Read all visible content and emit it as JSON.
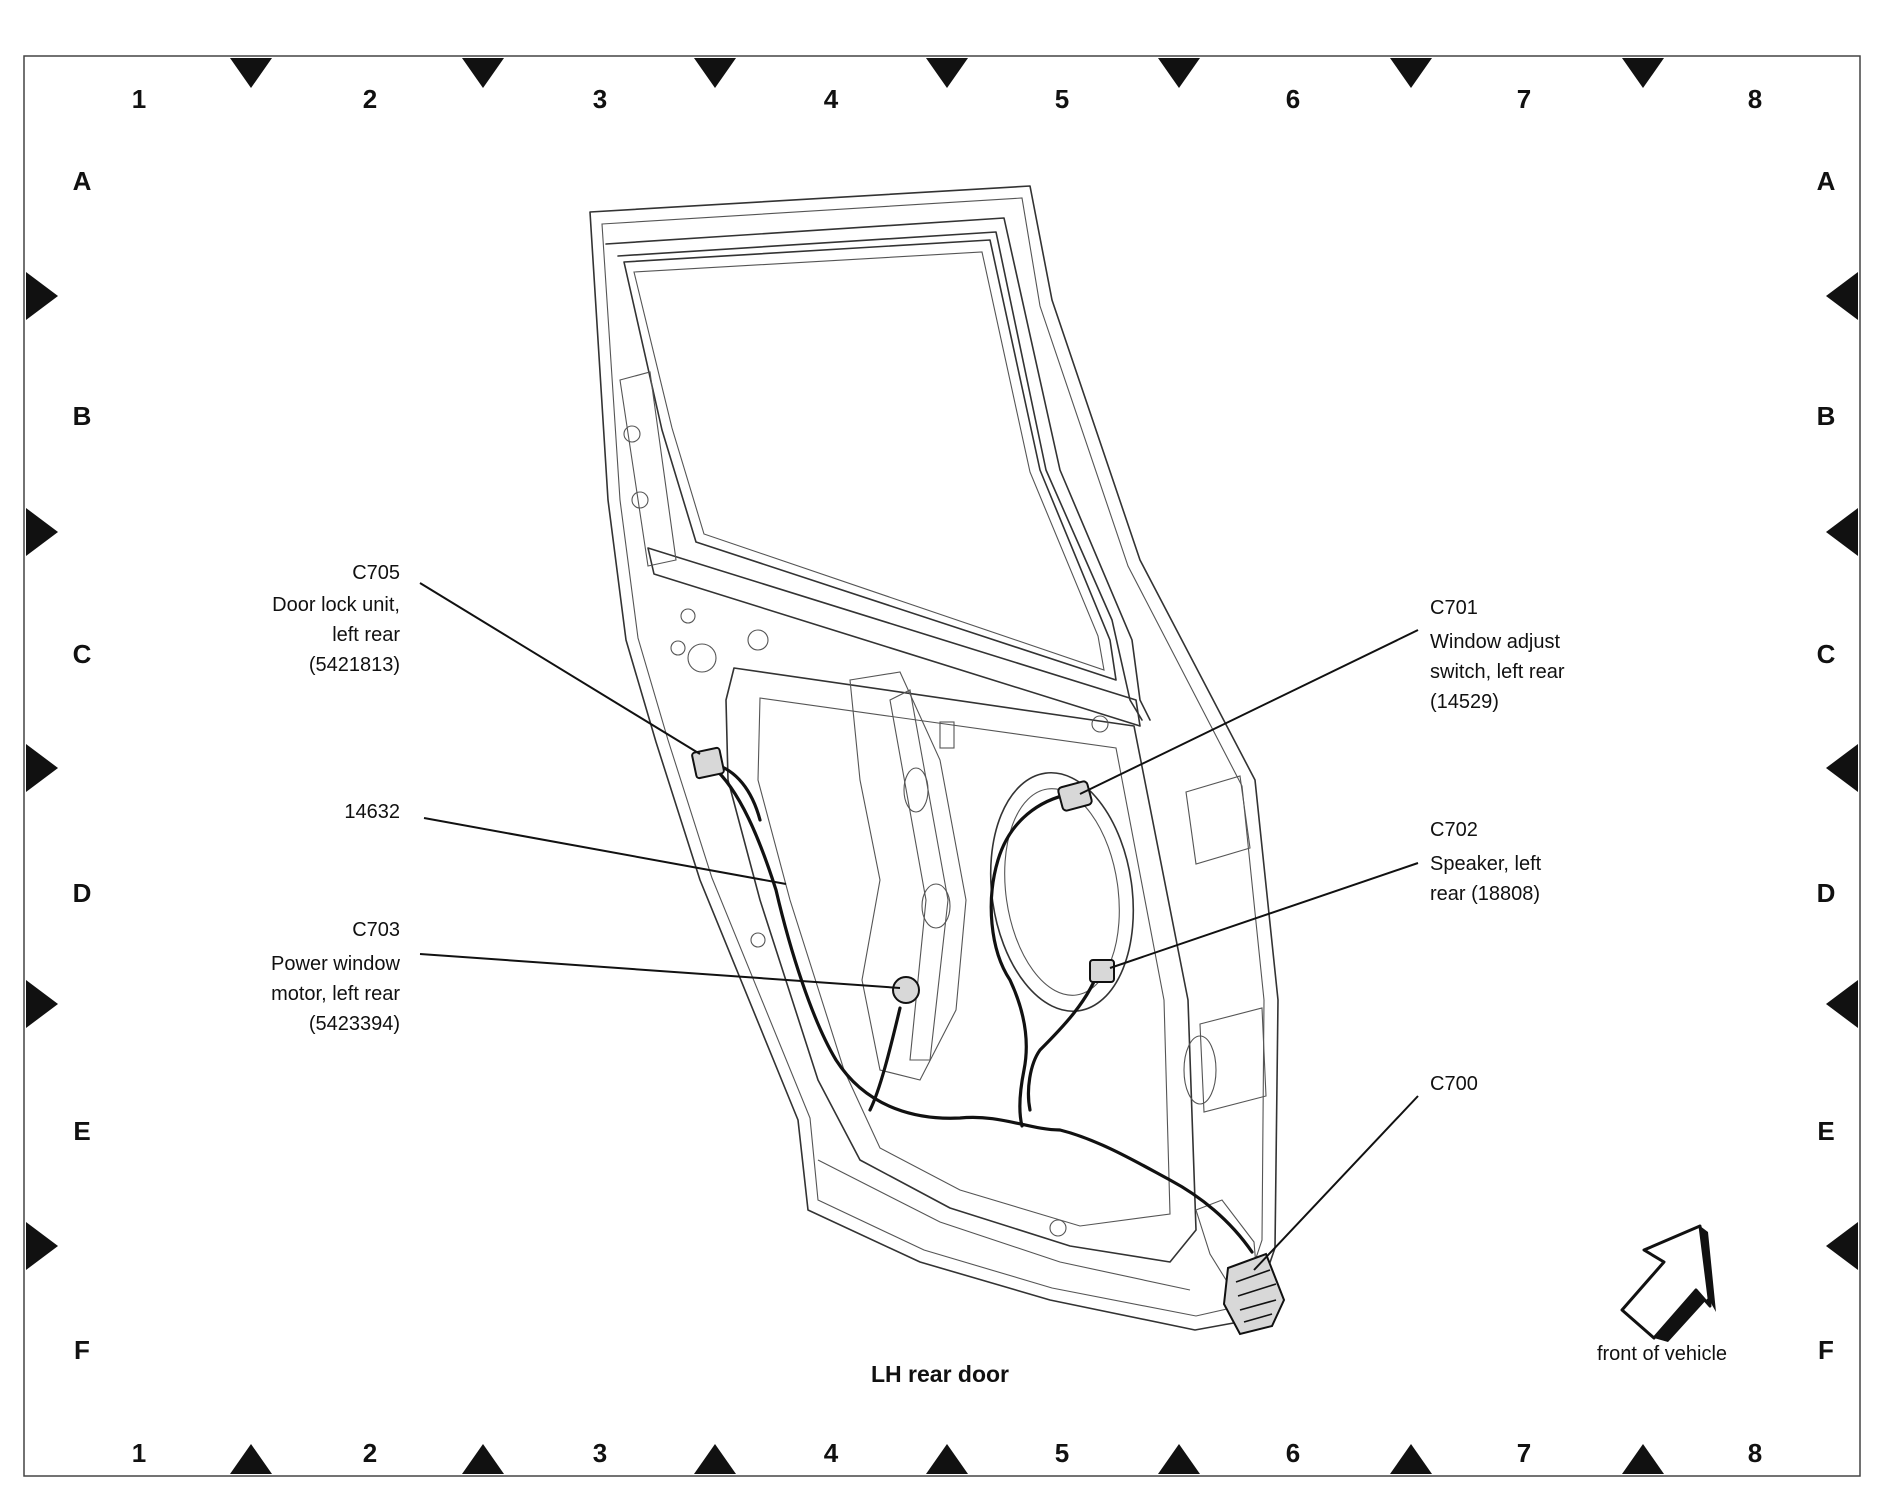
{
  "grid": {
    "columns": [
      "1",
      "2",
      "3",
      "4",
      "5",
      "6",
      "7",
      "8"
    ],
    "rows": [
      "A",
      "B",
      "C",
      "D",
      "E",
      "F"
    ]
  },
  "title": "LH rear door",
  "direction_label": "front of vehicle",
  "callouts": [
    {
      "id": "c705",
      "lines": [
        "C705",
        "Door lock unit,",
        "left rear",
        "(5421813)"
      ]
    },
    {
      "id": "h14632",
      "lines": [
        "14632"
      ]
    },
    {
      "id": "c703",
      "lines": [
        "C703",
        "Power window",
        "motor, left rear",
        "(5423394)"
      ]
    },
    {
      "id": "c701",
      "lines": [
        "C701",
        "Window adjust",
        "switch, left rear",
        "(14529)"
      ]
    },
    {
      "id": "c702",
      "lines": [
        "C702",
        "Speaker, left",
        "rear (18808)"
      ]
    },
    {
      "id": "c700",
      "lines": [
        "C700"
      ]
    }
  ]
}
